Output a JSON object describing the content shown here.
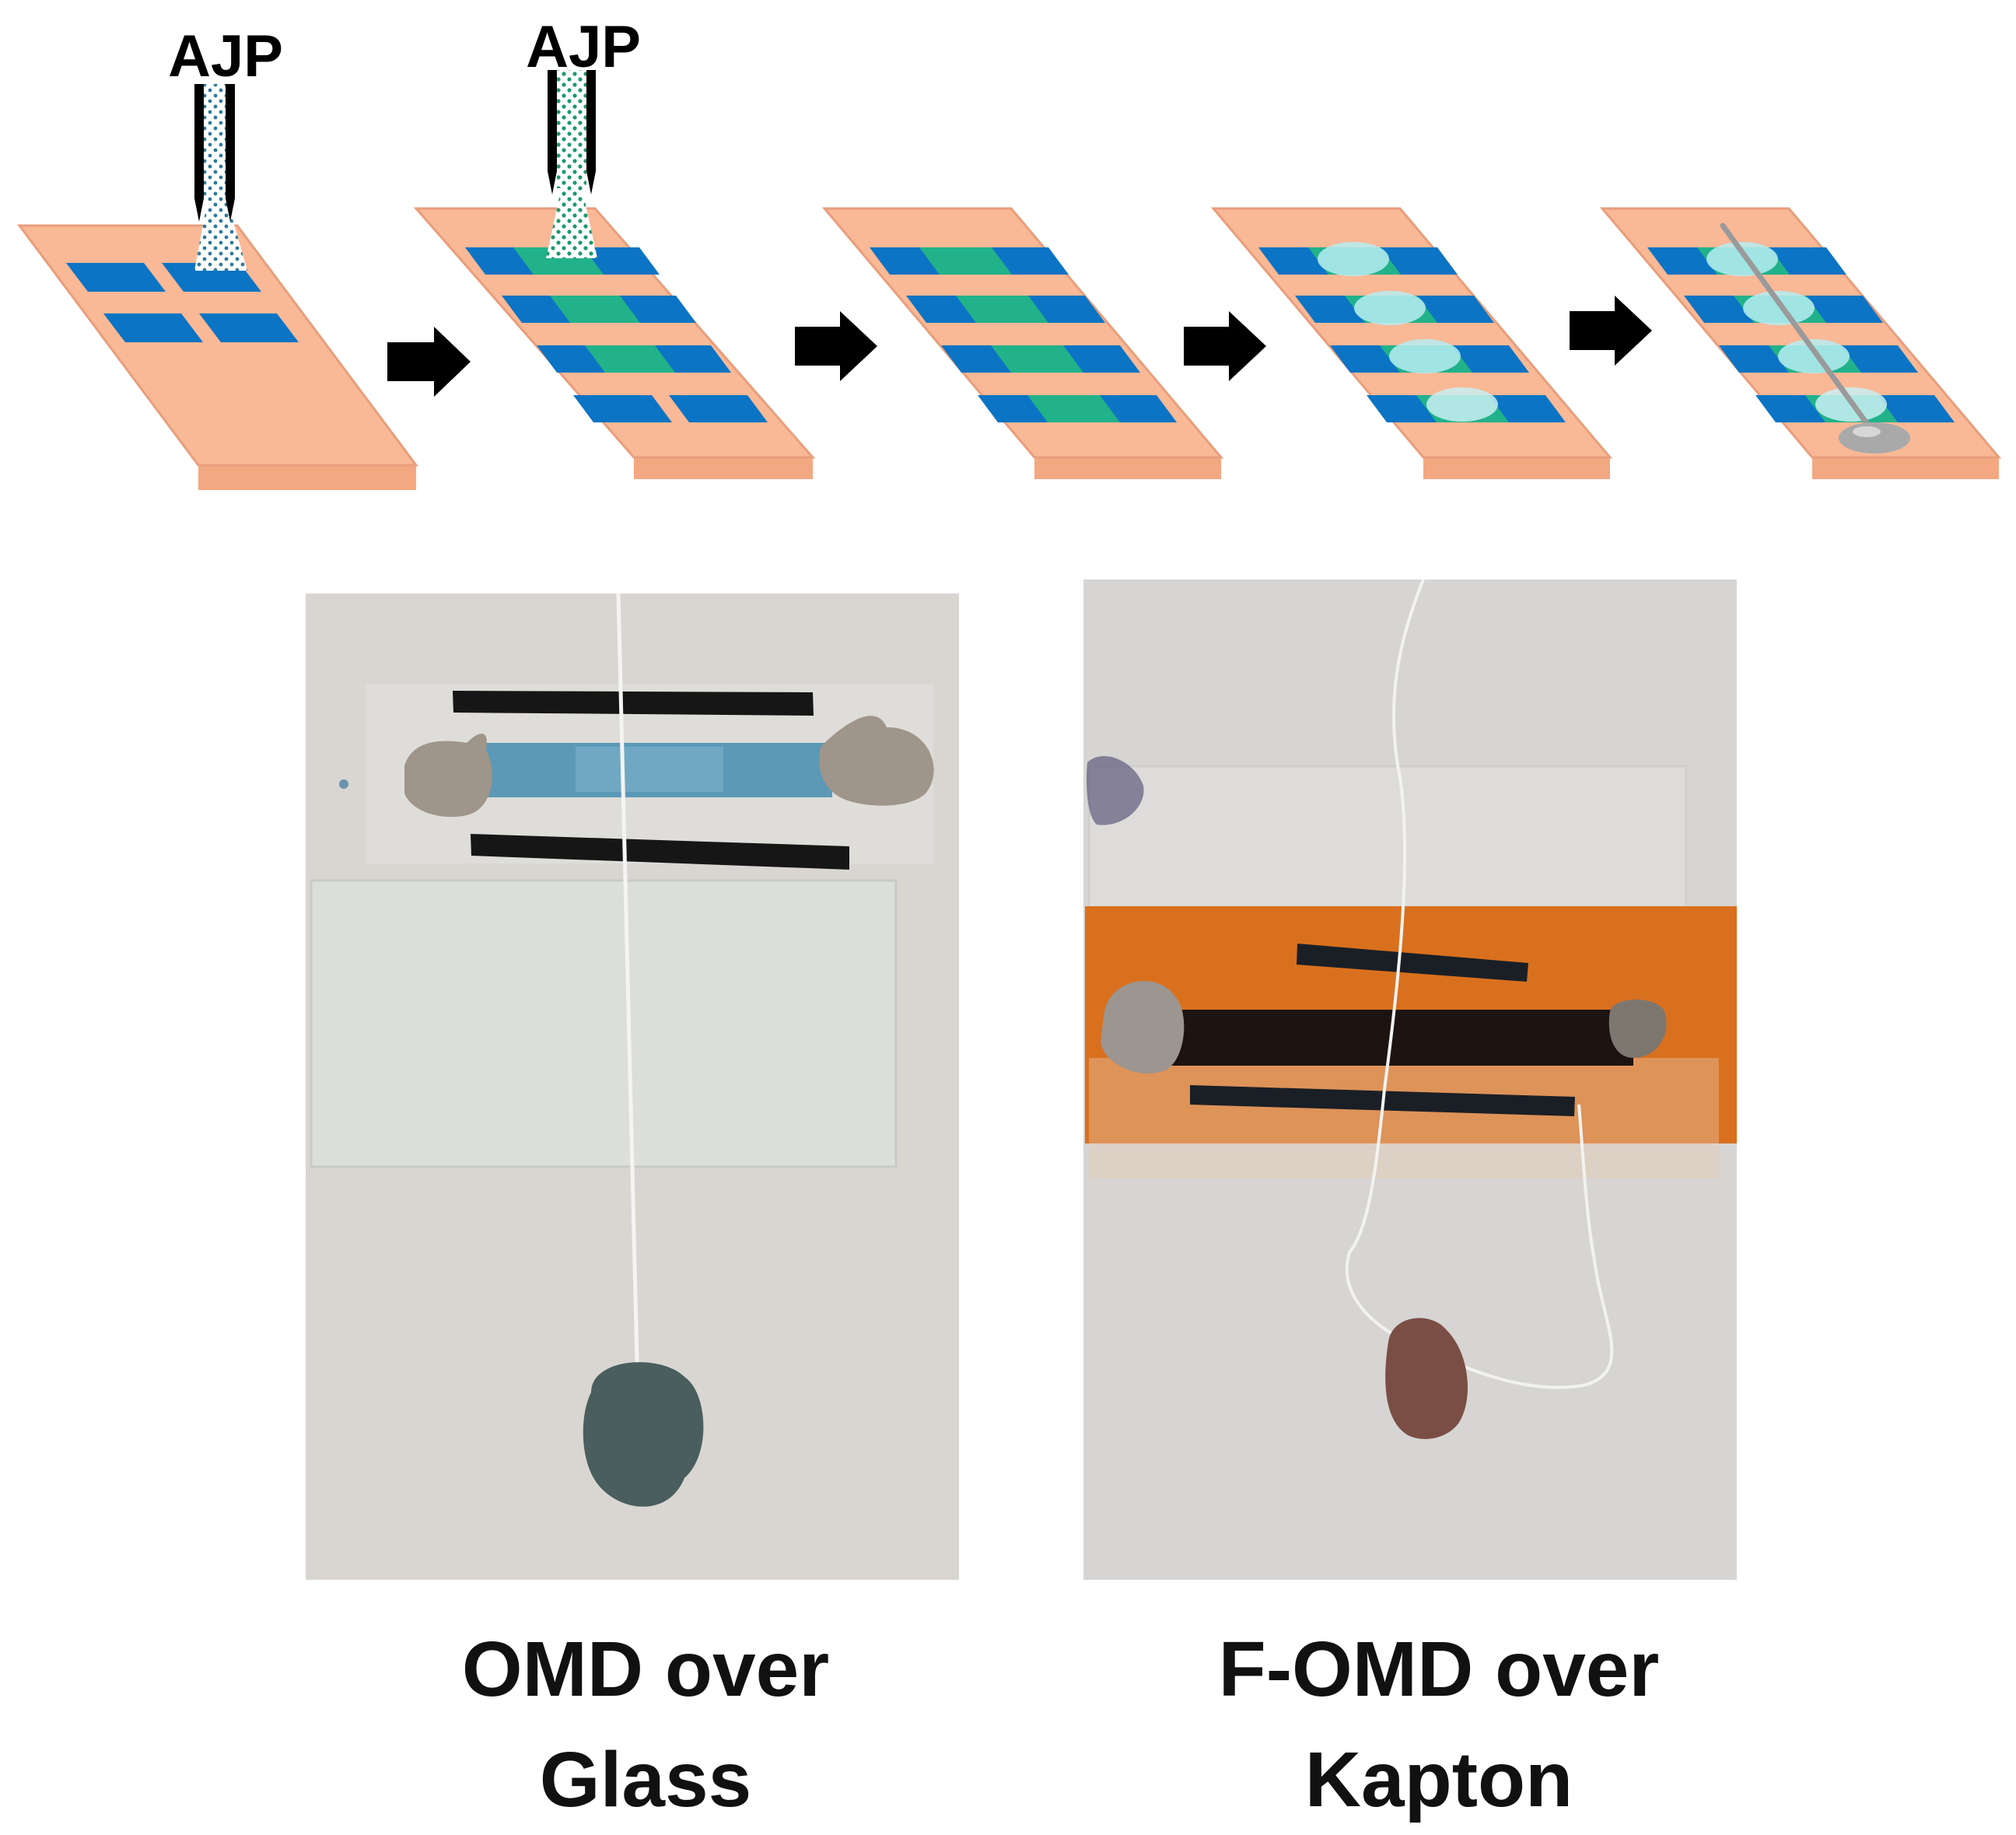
{
  "diagram": {
    "nozzle_label_1": "AJP",
    "nozzle_label_2": "AJP",
    "steps": [
      "step-1",
      "step-2",
      "step-3",
      "step-4",
      "step-5"
    ]
  },
  "photos": {
    "left_caption_line1": "OMD over",
    "left_caption_line2": "Glass",
    "right_caption_line1": "F-OMD over",
    "right_caption_line2": "Kapton"
  },
  "colors": {
    "substrate": "#f9b896",
    "electrode": "#0c74c4",
    "channel": "#22b28a",
    "arrow": "#000000"
  }
}
